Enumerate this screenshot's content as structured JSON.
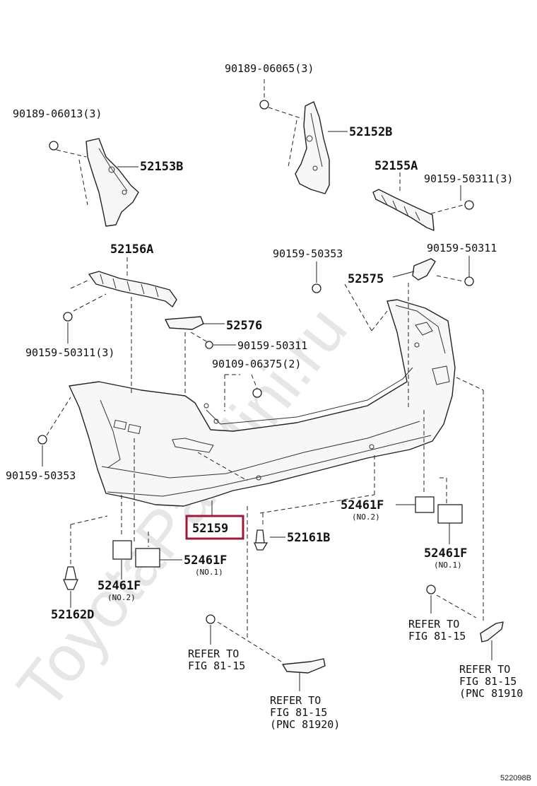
{
  "watermark": "ToyotaParMini.ru",
  "diagram_id": "522098B",
  "highlight_color": "#9b1b3b",
  "parts": {
    "p90189_06065": "90189-06065(3)",
    "p90189_06013": "90189-06013(3)",
    "p52152B": "52152B",
    "p52153B": "52153B",
    "p52155A": "52155A",
    "p90159_50311_3_right": "90159-50311(3)",
    "p52156A": "52156A",
    "p90159_50353_top": "90159-50353",
    "p90159_50311_right": "90159-50311",
    "p52575": "52575",
    "p52576": "52576",
    "p90159_50311_mid": "90159-50311",
    "p90159_50311_3_left": "90159-50311(3)",
    "p90109_06375": "90109-06375(2)",
    "p90159_50353_left": "90159-50353",
    "p52159": "52159",
    "p52161B": "52161B",
    "p52461F_no2_right": "52461F",
    "no2_right": "(NO.2)",
    "p52461F_no1_right": "52461F",
    "no1_right": "(NO.1)",
    "p52461F_no1_left": "52461F",
    "no1_left": "(NO.1)",
    "p52461F_no2_left": "52461F",
    "no2_left": "(NO.2)",
    "p52162D": "52162D"
  },
  "refer": {
    "a_line1": "REFER TO",
    "a_line2": "FIG 81-15",
    "b_line1": "REFER TO",
    "b_line2": "FIG 81-15",
    "c_line1": "REFER TO",
    "c_line2": "FIG 81-15",
    "c_line3": "(PNC 81920)",
    "d_line1": "REFER TO",
    "d_line2": "FIG 81-15",
    "d_line3": "(PNC 81910"
  }
}
